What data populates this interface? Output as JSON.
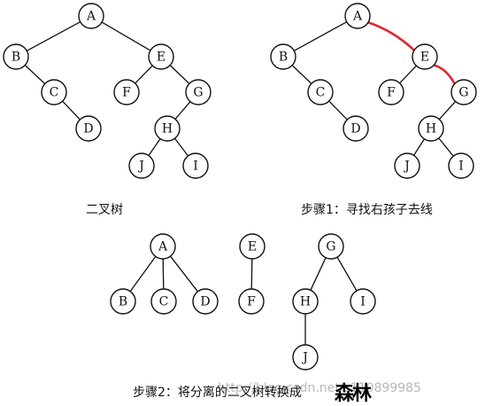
{
  "colors": {
    "stroke": "#111111",
    "highlight": "#e0262f",
    "watermark": "#b9b9b9"
  },
  "captions": {
    "original": "二叉树",
    "step1": "步骤1：寻找右孩子去线",
    "step2": "步骤2：将分离的二叉树转换成",
    "handwritten": "森林"
  },
  "watermark": "http://blog.csdn.net/s110899985",
  "diagrams": [
    {
      "id": "original-tree",
      "nodes": [
        "A",
        "B",
        "C",
        "D",
        "E",
        "F",
        "G",
        "H",
        "J",
        "I"
      ],
      "edges": [
        [
          "A",
          "B"
        ],
        [
          "A",
          "E"
        ],
        [
          "B",
          "C"
        ],
        [
          "C",
          "D"
        ],
        [
          "E",
          "F"
        ],
        [
          "E",
          "G"
        ],
        [
          "G",
          "H"
        ],
        [
          "H",
          "J"
        ],
        [
          "H",
          "I"
        ]
      ]
    },
    {
      "id": "step1-tree",
      "nodes": [
        "A",
        "B",
        "C",
        "D",
        "E",
        "F",
        "G",
        "H",
        "J",
        "I"
      ],
      "edges": [
        [
          "A",
          "B"
        ],
        [
          "B",
          "C"
        ],
        [
          "C",
          "D"
        ],
        [
          "E",
          "F"
        ],
        [
          "G",
          "H"
        ],
        [
          "H",
          "J"
        ],
        [
          "H",
          "I"
        ]
      ],
      "removed_edges": [
        [
          "A",
          "E"
        ],
        [
          "E",
          "G"
        ]
      ]
    },
    {
      "id": "forest-tree-a",
      "nodes": [
        "A",
        "B",
        "C",
        "D"
      ],
      "edges": [
        [
          "A",
          "B"
        ],
        [
          "A",
          "C"
        ],
        [
          "A",
          "D"
        ]
      ]
    },
    {
      "id": "forest-tree-e",
      "nodes": [
        "E",
        "F"
      ],
      "edges": [
        [
          "E",
          "F"
        ]
      ]
    },
    {
      "id": "forest-tree-g",
      "nodes": [
        "G",
        "H",
        "I",
        "J"
      ],
      "edges": [
        [
          "G",
          "H"
        ],
        [
          "G",
          "I"
        ],
        [
          "H",
          "J"
        ]
      ]
    }
  ]
}
